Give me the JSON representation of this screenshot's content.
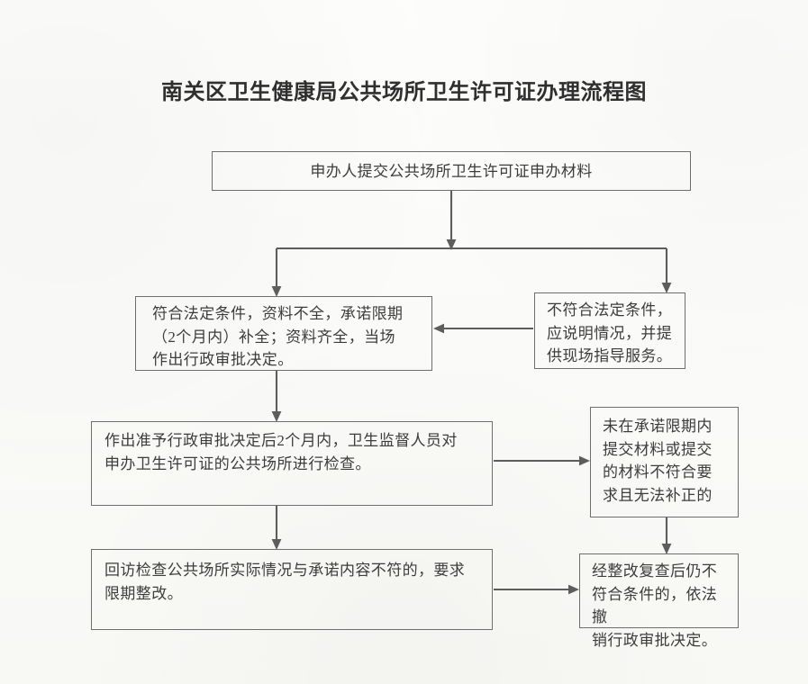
{
  "document": {
    "title": "南关区卫生健康局公共场所卫生许可证办理流程图",
    "type": "flowchart",
    "background_color": "#fdfdfc",
    "line_color": "#5d5d5d",
    "text_color": "#3d3d3d"
  },
  "nodes": {
    "submit": {
      "id": "submit",
      "text": "申办人提交公共场所卫生许可证申办材料"
    },
    "conform": {
      "id": "conform",
      "text": "符合法定条件，资料不全，承诺限期\n（2个月内）补全；资料齐全，当场\n作出行政审批决定。"
    },
    "nonconform": {
      "id": "nonconform",
      "text": "不符合法定条件，\n应说明情况，并提\n供现场指导服务。"
    },
    "inspect": {
      "id": "inspect",
      "text": "作出准予行政审批决定后2个月内，卫生监督人员对\n申办卫生许可证的公共场所进行检查。"
    },
    "overdue": {
      "id": "overdue",
      "text": "未在承诺限期内\n提交材料或提交\n的材料不符合要\n求且无法补正的"
    },
    "rectify": {
      "id": "rectify",
      "text": "回访检查公共场所实际情况与承诺内容不符的，要求\n限期整改。"
    },
    "revoke": {
      "id": "revoke",
      "text": "经整改复查后仍不\n符合条件的，依法撤\n销行政审批决定。"
    }
  },
  "connectors": [
    {
      "from": "submit",
      "to": "split",
      "label": ""
    },
    {
      "from": "split",
      "to": "conform",
      "label": ""
    },
    {
      "from": "split",
      "to": "nonconform",
      "label": ""
    },
    {
      "from": "nonconform",
      "to": "conform",
      "label": ""
    },
    {
      "from": "conform",
      "to": "inspect",
      "label": ""
    },
    {
      "from": "inspect",
      "to": "overdue",
      "label": ""
    },
    {
      "from": "inspect",
      "to": "rectify",
      "label": ""
    },
    {
      "from": "overdue",
      "to": "revoke",
      "label": ""
    },
    {
      "from": "rectify",
      "to": "revoke",
      "label": ""
    }
  ]
}
